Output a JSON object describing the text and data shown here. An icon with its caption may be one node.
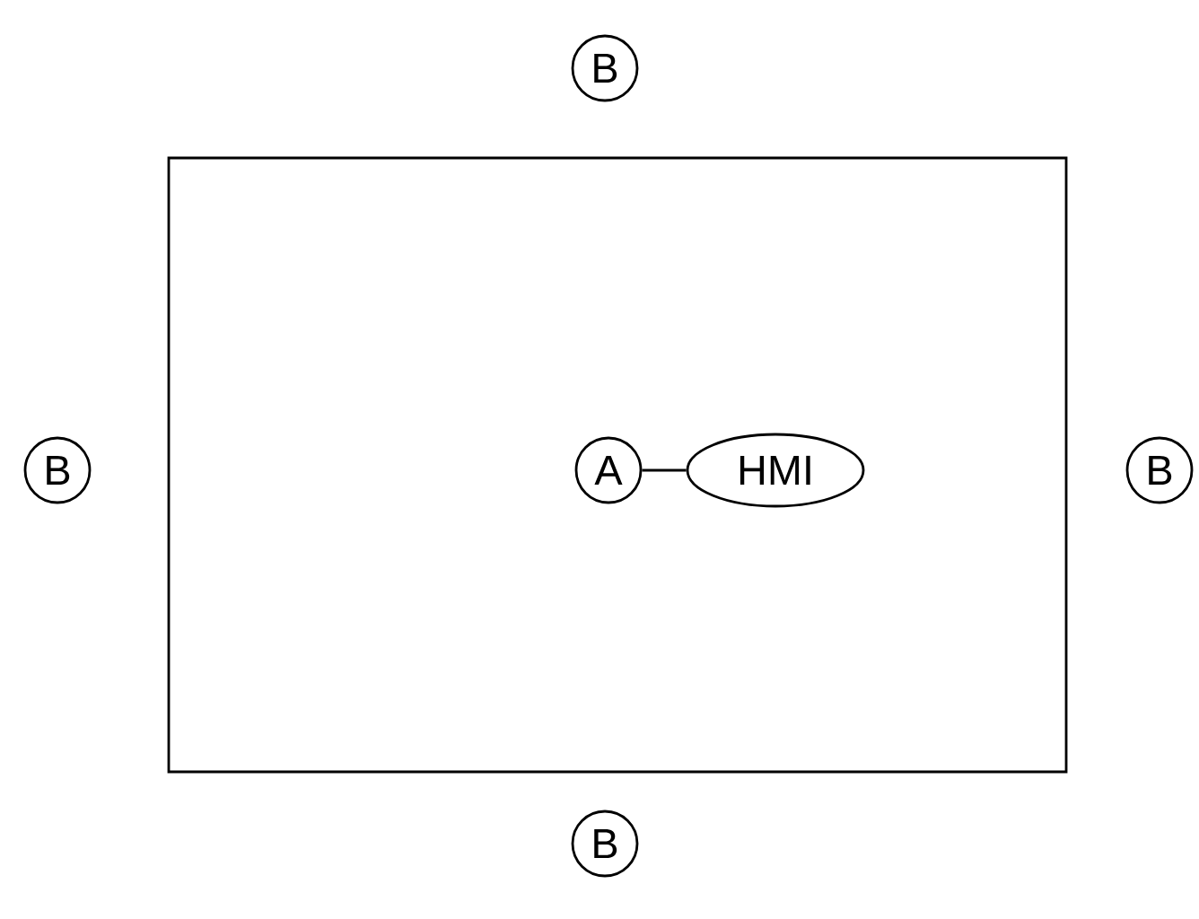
{
  "diagram": {
    "nodes": [
      {
        "text": [
          "B"
        ]
      },
      {
        "text": [],
        "shape": "box"
      },
      {
        "text": [
          "B"
        ]
      },
      {
        "text": [
          "A"
        ],
        "in": 1
      },
      {
        "text": [
          "HMI"
        ],
        "in": 1
      },
      {
        "text": [
          "B"
        ]
      },
      {
        "text": [
          "B"
        ]
      }
    ],
    "edges": [
      {
        "from": 3,
        "to": 4,
        "arrow": "none"
      }
    ]
  }
}
